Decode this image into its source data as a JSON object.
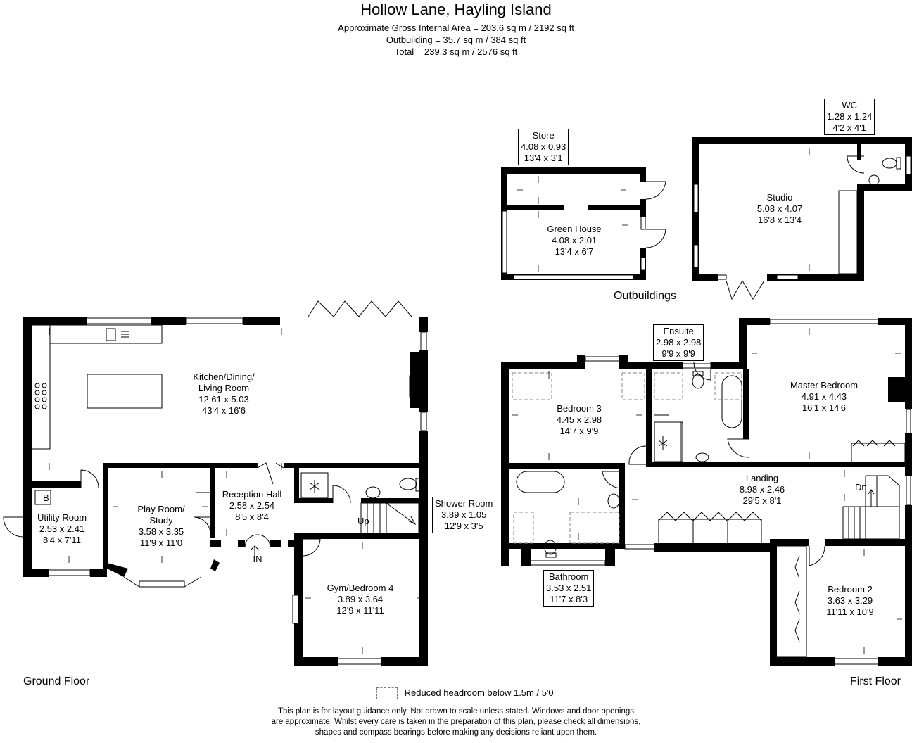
{
  "header": {
    "title": "Hollow Lane, Hayling Island",
    "lines": [
      "Approximate Gross Internal Area = 203.6 sq m / 2192 sq ft",
      "Outbuilding = 35.7 sq m / 384 sq ft",
      "Total = 239.3 sq m / 2576 sq ft"
    ]
  },
  "rooms": {
    "kitchen": {
      "name": "Kitchen/Dining/",
      "name2": "Living Room",
      "metric": "12.61 x 5.03",
      "imperial": "43'4 x 16'6"
    },
    "utility": {
      "name": "Utility Room",
      "metric": "2.53 x 2.41",
      "imperial": "8'4 x 7'11"
    },
    "playroom": {
      "name": "Play Room/",
      "name2": "Study",
      "metric": "3.58 x 3.35",
      "imperial": "11'9 x 11'0"
    },
    "reception": {
      "name": "Reception Hall",
      "metric": "2.58 x 2.54",
      "imperial": "8'5 x 8'4"
    },
    "shower": {
      "name": "Shower Room",
      "metric": "3.89 x 1.05",
      "imperial": "12'9 x 3'5"
    },
    "gym": {
      "name": "Gym/Bedroom 4",
      "metric": "3.89 x 3.64",
      "imperial": "12'9 x 11'11"
    },
    "store": {
      "name": "Store",
      "metric": "4.08 x 0.93",
      "imperial": "13'4 x 3'1"
    },
    "greenhouse": {
      "name": "Green House",
      "metric": "4.08 x 2.01",
      "imperial": "13'4 x 6'7"
    },
    "studio": {
      "name": "Studio",
      "metric": "5.08 x 4.07",
      "imperial": "16'8 x 13'4"
    },
    "wc": {
      "name": "WC",
      "metric": "1.28 x 1.24",
      "imperial": "4'2 x 4'1"
    },
    "ensuite": {
      "name": "Ensuite",
      "metric": "2.98 x 2.98",
      "imperial": "9'9 x 9'9"
    },
    "master": {
      "name": "Master Bedroom",
      "metric": "4.91 x 4.43",
      "imperial": "16'1 x 14'6"
    },
    "bedroom3": {
      "name": "Bedroom 3",
      "metric": "4.45 x 2.98",
      "imperial": "14'7 x 9'9"
    },
    "landing": {
      "name": "Landing",
      "metric": "8.98 x 2.46",
      "imperial": "29'5 x 8'1"
    },
    "bathroom": {
      "name": "Bathroom",
      "metric": "3.53 x 2.51",
      "imperial": "11'7 x 8'3"
    },
    "bedroom2": {
      "name": "Bedroom 2",
      "metric": "3.63 x 3.29",
      "imperial": "11'11 x 10'9"
    }
  },
  "marks": {
    "b": "B",
    "up": "Up",
    "in": "IN",
    "dn": "Dn"
  },
  "floors": {
    "ground": "Ground Floor",
    "first": "First Floor",
    "outbuildings": "Outbuildings"
  },
  "legend": "=Reduced headroom below 1.5m / 5'0",
  "disclaimer": [
    "This plan is for layout guidance only. Not drawn to scale unless stated. Windows and door openings",
    "are approximate. Whilst every care is taken in the preparation of this plan, please check all dimensions,",
    "shapes and compass bearings before making any decisions reliant upon them."
  ]
}
